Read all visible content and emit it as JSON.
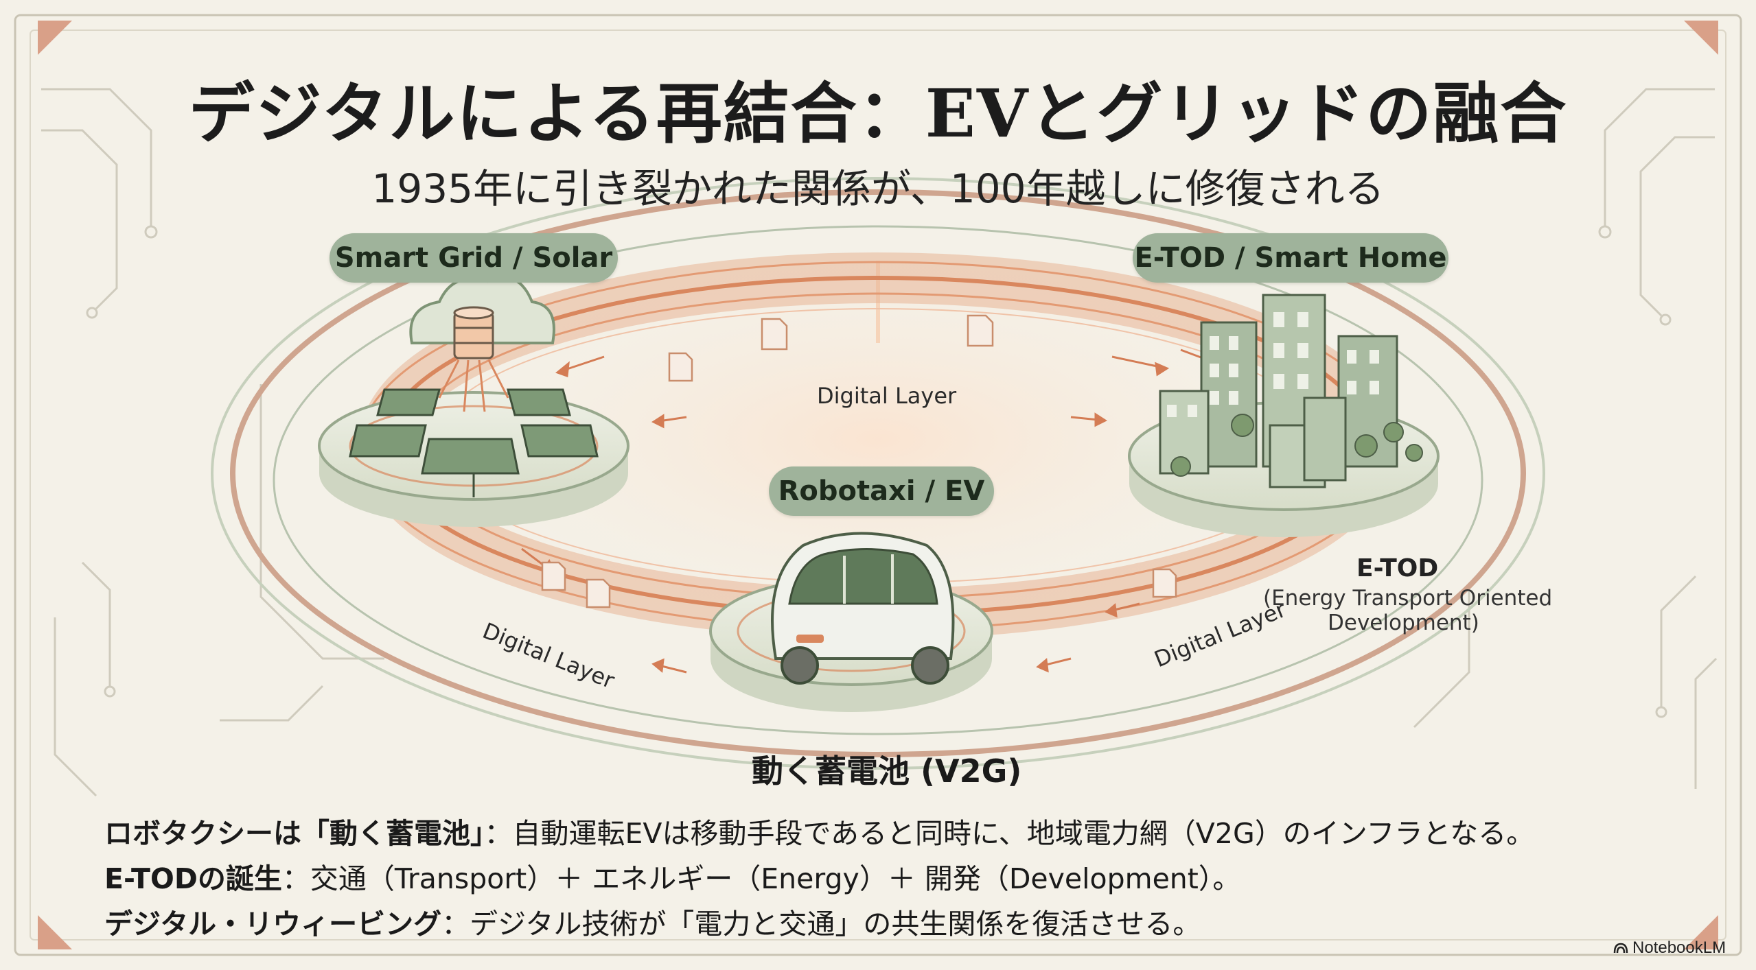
{
  "title": "デジタルによる再結合：EVとグリッドの融合",
  "subtitle": "1935年に引き裂かれた関係が、100年越しに修復される",
  "nodes": {
    "grid": {
      "label": "Smart Grid / Solar"
    },
    "city": {
      "label": "E-TOD / Smart Home",
      "caption_title": "E-TOD",
      "caption_line1": "(Energy Transport Oriented",
      "caption_line2": "Development)"
    },
    "ev": {
      "label": "Robotaxi / EV",
      "caption": "動く蓄電池 (V2G)"
    }
  },
  "links": {
    "top": "Digital Layer",
    "left": "Digital Layer",
    "right": "Digital Layer"
  },
  "bullets": [
    {
      "term": "ロボタクシーは「動く蓄電池」",
      "text": "：自動運転EVは移動手段であると同時に、地域電力網（V2G）のインフラとなる。"
    },
    {
      "term": "E-TODの誕生",
      "text": "：交通（Transport）＋ エネルギー（Energy）＋ 開発（Development）。"
    },
    {
      "term": "デジタル・リウィービング",
      "text": "：デジタル技術が「電力と交通」の共生関係を復活させる。"
    }
  ],
  "badge": "NotebookLM",
  "colors": {
    "accent": "#d98a62",
    "green": "#6f8a67",
    "pill": "#9fb39b",
    "background": "#f4f1e8"
  }
}
